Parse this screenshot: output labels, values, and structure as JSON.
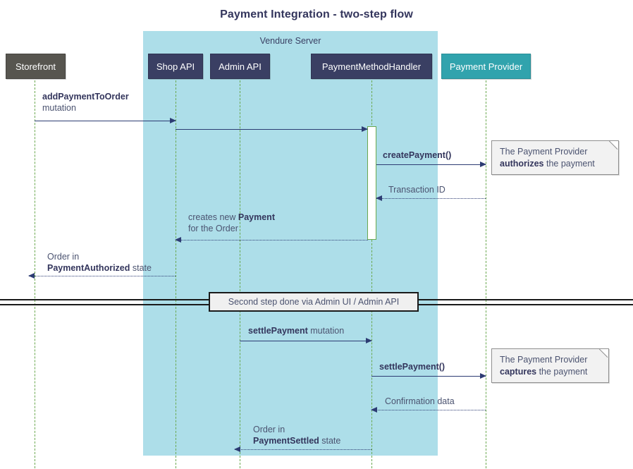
{
  "diagram": {
    "title": "Payment Integration - two-step flow",
    "type": "sequence-diagram",
    "group_label": "Vendure Server",
    "colors": {
      "group_background": "#addee9",
      "actor_external": "#57554f",
      "actor_internal": "#3a3f63",
      "actor_provider": "#31a3ad",
      "lifeline": "#6aa84f",
      "arrow": "#2d3c73",
      "note_background": "#f2f2f2",
      "title_text": "#33355c"
    }
  },
  "participants": [
    {
      "id": "storefront",
      "label": "Storefront",
      "style": "grey"
    },
    {
      "id": "shopapi",
      "label": "Shop API",
      "style": "navy"
    },
    {
      "id": "adminapi",
      "label": "Admin API",
      "style": "navy"
    },
    {
      "id": "handler",
      "label": "PaymentMethodHandler",
      "style": "navy"
    },
    {
      "id": "provider",
      "label": "Payment Provider",
      "style": "teal"
    }
  ],
  "messages": [
    {
      "id": "m1",
      "from": "storefront",
      "to": "shopapi",
      "kind": "solid",
      "dir": "right",
      "line1_bold": "addPaymentToOrder",
      "line1_rest": "",
      "line2": "mutation"
    },
    {
      "id": "m2",
      "from": "shopapi",
      "to": "handler",
      "kind": "solid",
      "dir": "right",
      "line1_bold": "",
      "line1_rest": "",
      "line2": ""
    },
    {
      "id": "m3",
      "from": "handler",
      "to": "provider",
      "kind": "solid",
      "dir": "right",
      "line1_bold": "createPayment()",
      "line1_rest": "",
      "line2": ""
    },
    {
      "id": "m4",
      "from": "provider",
      "to": "handler",
      "kind": "dotted",
      "dir": "left",
      "line1_bold": "",
      "line1_rest": "Transaction ID",
      "line2": ""
    },
    {
      "id": "m5",
      "from": "handler",
      "to": "shopapi",
      "kind": "dotted",
      "dir": "left",
      "line1_pre": "creates new ",
      "line1_bold": "Payment",
      "line2": "for the Order"
    },
    {
      "id": "m6",
      "from": "shopapi",
      "to": "storefront",
      "kind": "dotted",
      "dir": "left",
      "line1_pre": "Order in",
      "line1_bold": "",
      "line2_bold": "PaymentAuthorized",
      "line2_rest": " state"
    },
    {
      "id": "m7",
      "from": "adminapi",
      "to": "handler",
      "kind": "solid",
      "dir": "right",
      "line1_bold": "settlePayment",
      "line1_rest": " mutation",
      "line2": ""
    },
    {
      "id": "m8",
      "from": "handler",
      "to": "provider",
      "kind": "solid",
      "dir": "right",
      "line1_bold": "settlePayment()",
      "line1_rest": "",
      "line2": ""
    },
    {
      "id": "m9",
      "from": "provider",
      "to": "handler",
      "kind": "dotted",
      "dir": "left",
      "line1_bold": "",
      "line1_rest": "Confirmation data",
      "line2": ""
    },
    {
      "id": "m10",
      "from": "handler",
      "to": "adminapi",
      "kind": "dotted",
      "dir": "left",
      "line1_pre": "Order in",
      "line1_bold": "",
      "line2_bold": "PaymentSettled",
      "line2_rest": " state"
    }
  ],
  "labels": {
    "m1_line1": "addPaymentToOrder",
    "m1_line2": "mutation",
    "m3_line1": "createPayment()",
    "m4_line1": "Transaction ID",
    "m5_line1_pre": "creates new ",
    "m5_line1_bold": "Payment",
    "m5_line2": "for the Order",
    "m6_line1": "Order in",
    "m6_line2_bold": "PaymentAuthorized",
    "m6_line2_rest": " state",
    "m7_bold": "settlePayment",
    "m7_rest": " mutation",
    "m8_line1": "settlePayment()",
    "m9_line1": "Confirmation data",
    "m10_line1": "Order in",
    "m10_line2_bold": "PaymentSettled",
    "m10_line2_rest": " state"
  },
  "notes": [
    {
      "id": "note1",
      "line1": "The Payment Provider",
      "line2_bold": "authorizes",
      "line2_rest": " the payment"
    },
    {
      "id": "note2",
      "line1": "The Payment Provider",
      "line2_bold": "captures",
      "line2_rest": " the payment"
    }
  ],
  "divider": {
    "label": "Second step done via Admin UI / Admin API"
  }
}
